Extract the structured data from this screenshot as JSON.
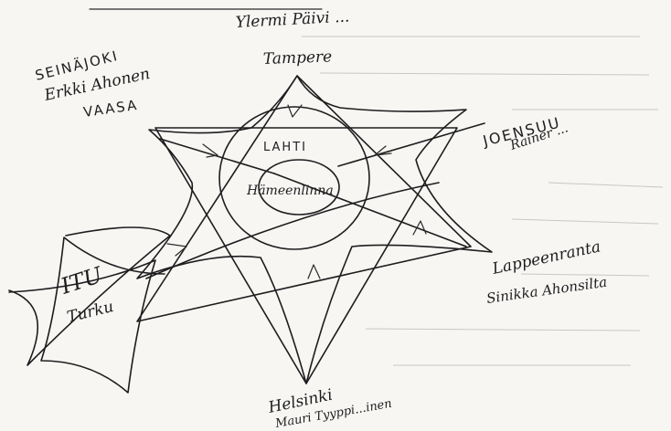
{
  "labels": {
    "top_name": "Ylermi Päivi ... ",
    "top_city": "Tampere",
    "left_city": "SEINÄJOKI",
    "left_name": "Erkki Ahonen",
    "left_city2": "VAASA",
    "right_city": "JOENSUU",
    "right_name": "Rainer ... ",
    "center_city": "LAHTI",
    "center_inner": "Hämeenlinna",
    "star_city": "ITU",
    "star_name": "Turku",
    "br_city": "Lappeenranta",
    "br_name": "Sinikka Ahonsilta",
    "bottom_city": "Helsinki",
    "bottom_name": "Mauri Tyyppi...inen"
  }
}
